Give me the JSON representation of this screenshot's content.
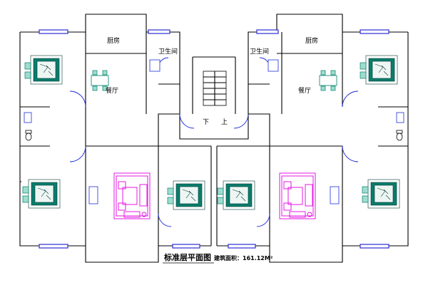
{
  "labels": {
    "kitchen": "厨房",
    "bathroom": "卫生间",
    "dining": "餐厅",
    "down": "下",
    "up": "上"
  },
  "title": "标准层平面图",
  "area_text": "建筑面积：161.12M²"
}
